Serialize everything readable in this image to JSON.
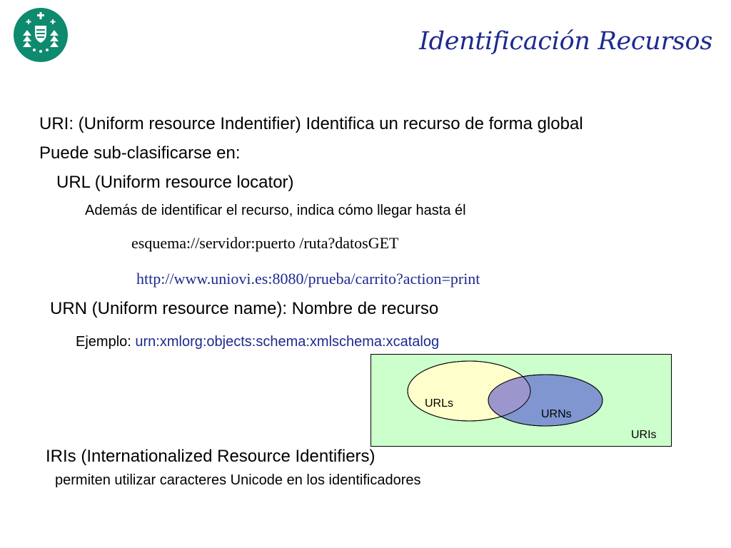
{
  "slide": {
    "title": "Identificación Recursos",
    "lines": {
      "uri": "URI: (Uniform resource Indentifier) Identifica un recurso de forma global",
      "subclass": "Puede sub-clasificarse en:",
      "url": "URL (Uniform resource locator)",
      "url_desc": "Además de identificar el recurso, indica cómo llegar hasta él",
      "url_scheme": "esquema://servidor:puerto /ruta?datosGET",
      "url_example": "http://www.uniovi.es:8080/prueba/carrito?action=print",
      "urn": "URN (Uniform resource name): Nombre de recurso",
      "urn_example_label": "Ejemplo: ",
      "urn_example_value": "urn:xmlorg:objects:schema:xmlschema:xcatalog",
      "iri": "IRIs (Internationalized Resource Identifiers)",
      "iri_desc": "permiten utilizar caracteres Unicode en los identificadores"
    }
  },
  "diagram": {
    "outer_label": "URIs",
    "left_label": "URLs",
    "right_label": "URNs",
    "colors": {
      "outer_fill": "#ccffcc",
      "left_fill": "#ffffcc",
      "right_fill": "#7f96d0",
      "overlap_fill": "#9b97cc",
      "logo": "#0e8a6e",
      "title": "#1c2a8e",
      "link": "#1c2a8e"
    }
  }
}
